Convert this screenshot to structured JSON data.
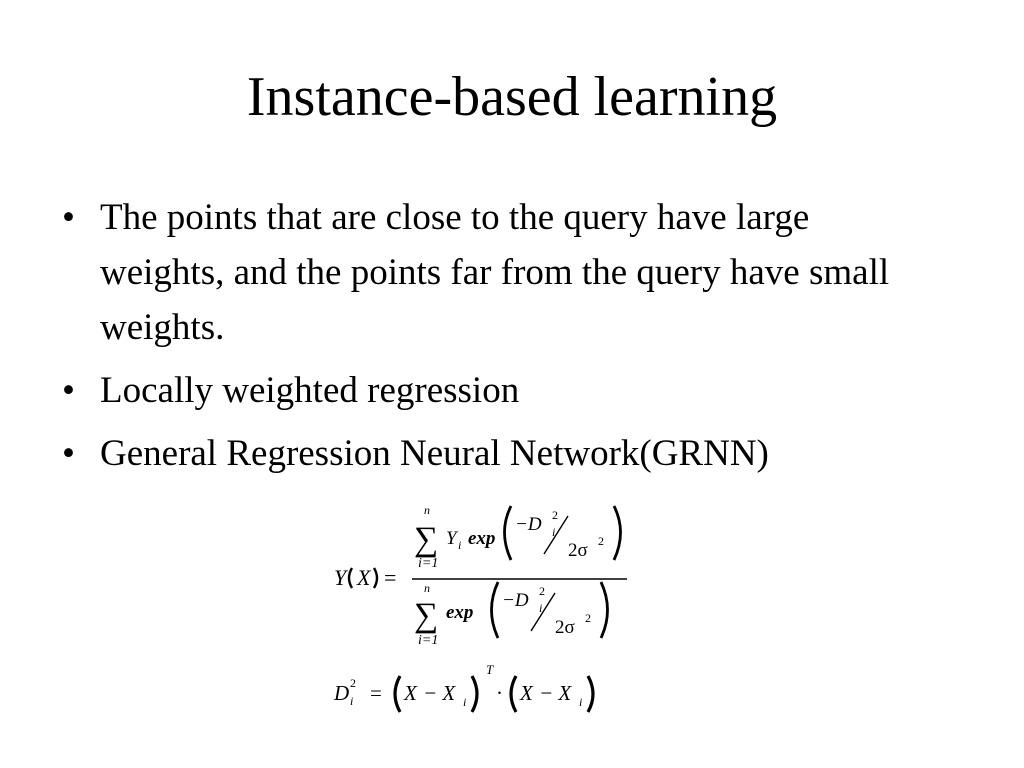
{
  "slide": {
    "title": "Instance-based learning",
    "bullet_marker": "•",
    "bullets": [
      "The points that are close to the query have large weights, and the points far from the query have small weights.",
      "Locally weighted regression",
      "General Regression Neural Network(GRNN)"
    ]
  },
  "formula": {
    "lhs_func": "Y",
    "lhs_arg": "X",
    "equals": "=",
    "sum_symbol": "∑",
    "sum_upper": "n",
    "sum_lower": "i=1",
    "y_term": "Y",
    "subscript_i": "i",
    "exp_label": "exp",
    "minus_d": "−D",
    "superscript_2": "2",
    "two_sigma": "2σ",
    "d_symbol": "D",
    "paren_x": "X",
    "minus_x": "− X",
    "transpose": "T",
    "dot": "·"
  }
}
